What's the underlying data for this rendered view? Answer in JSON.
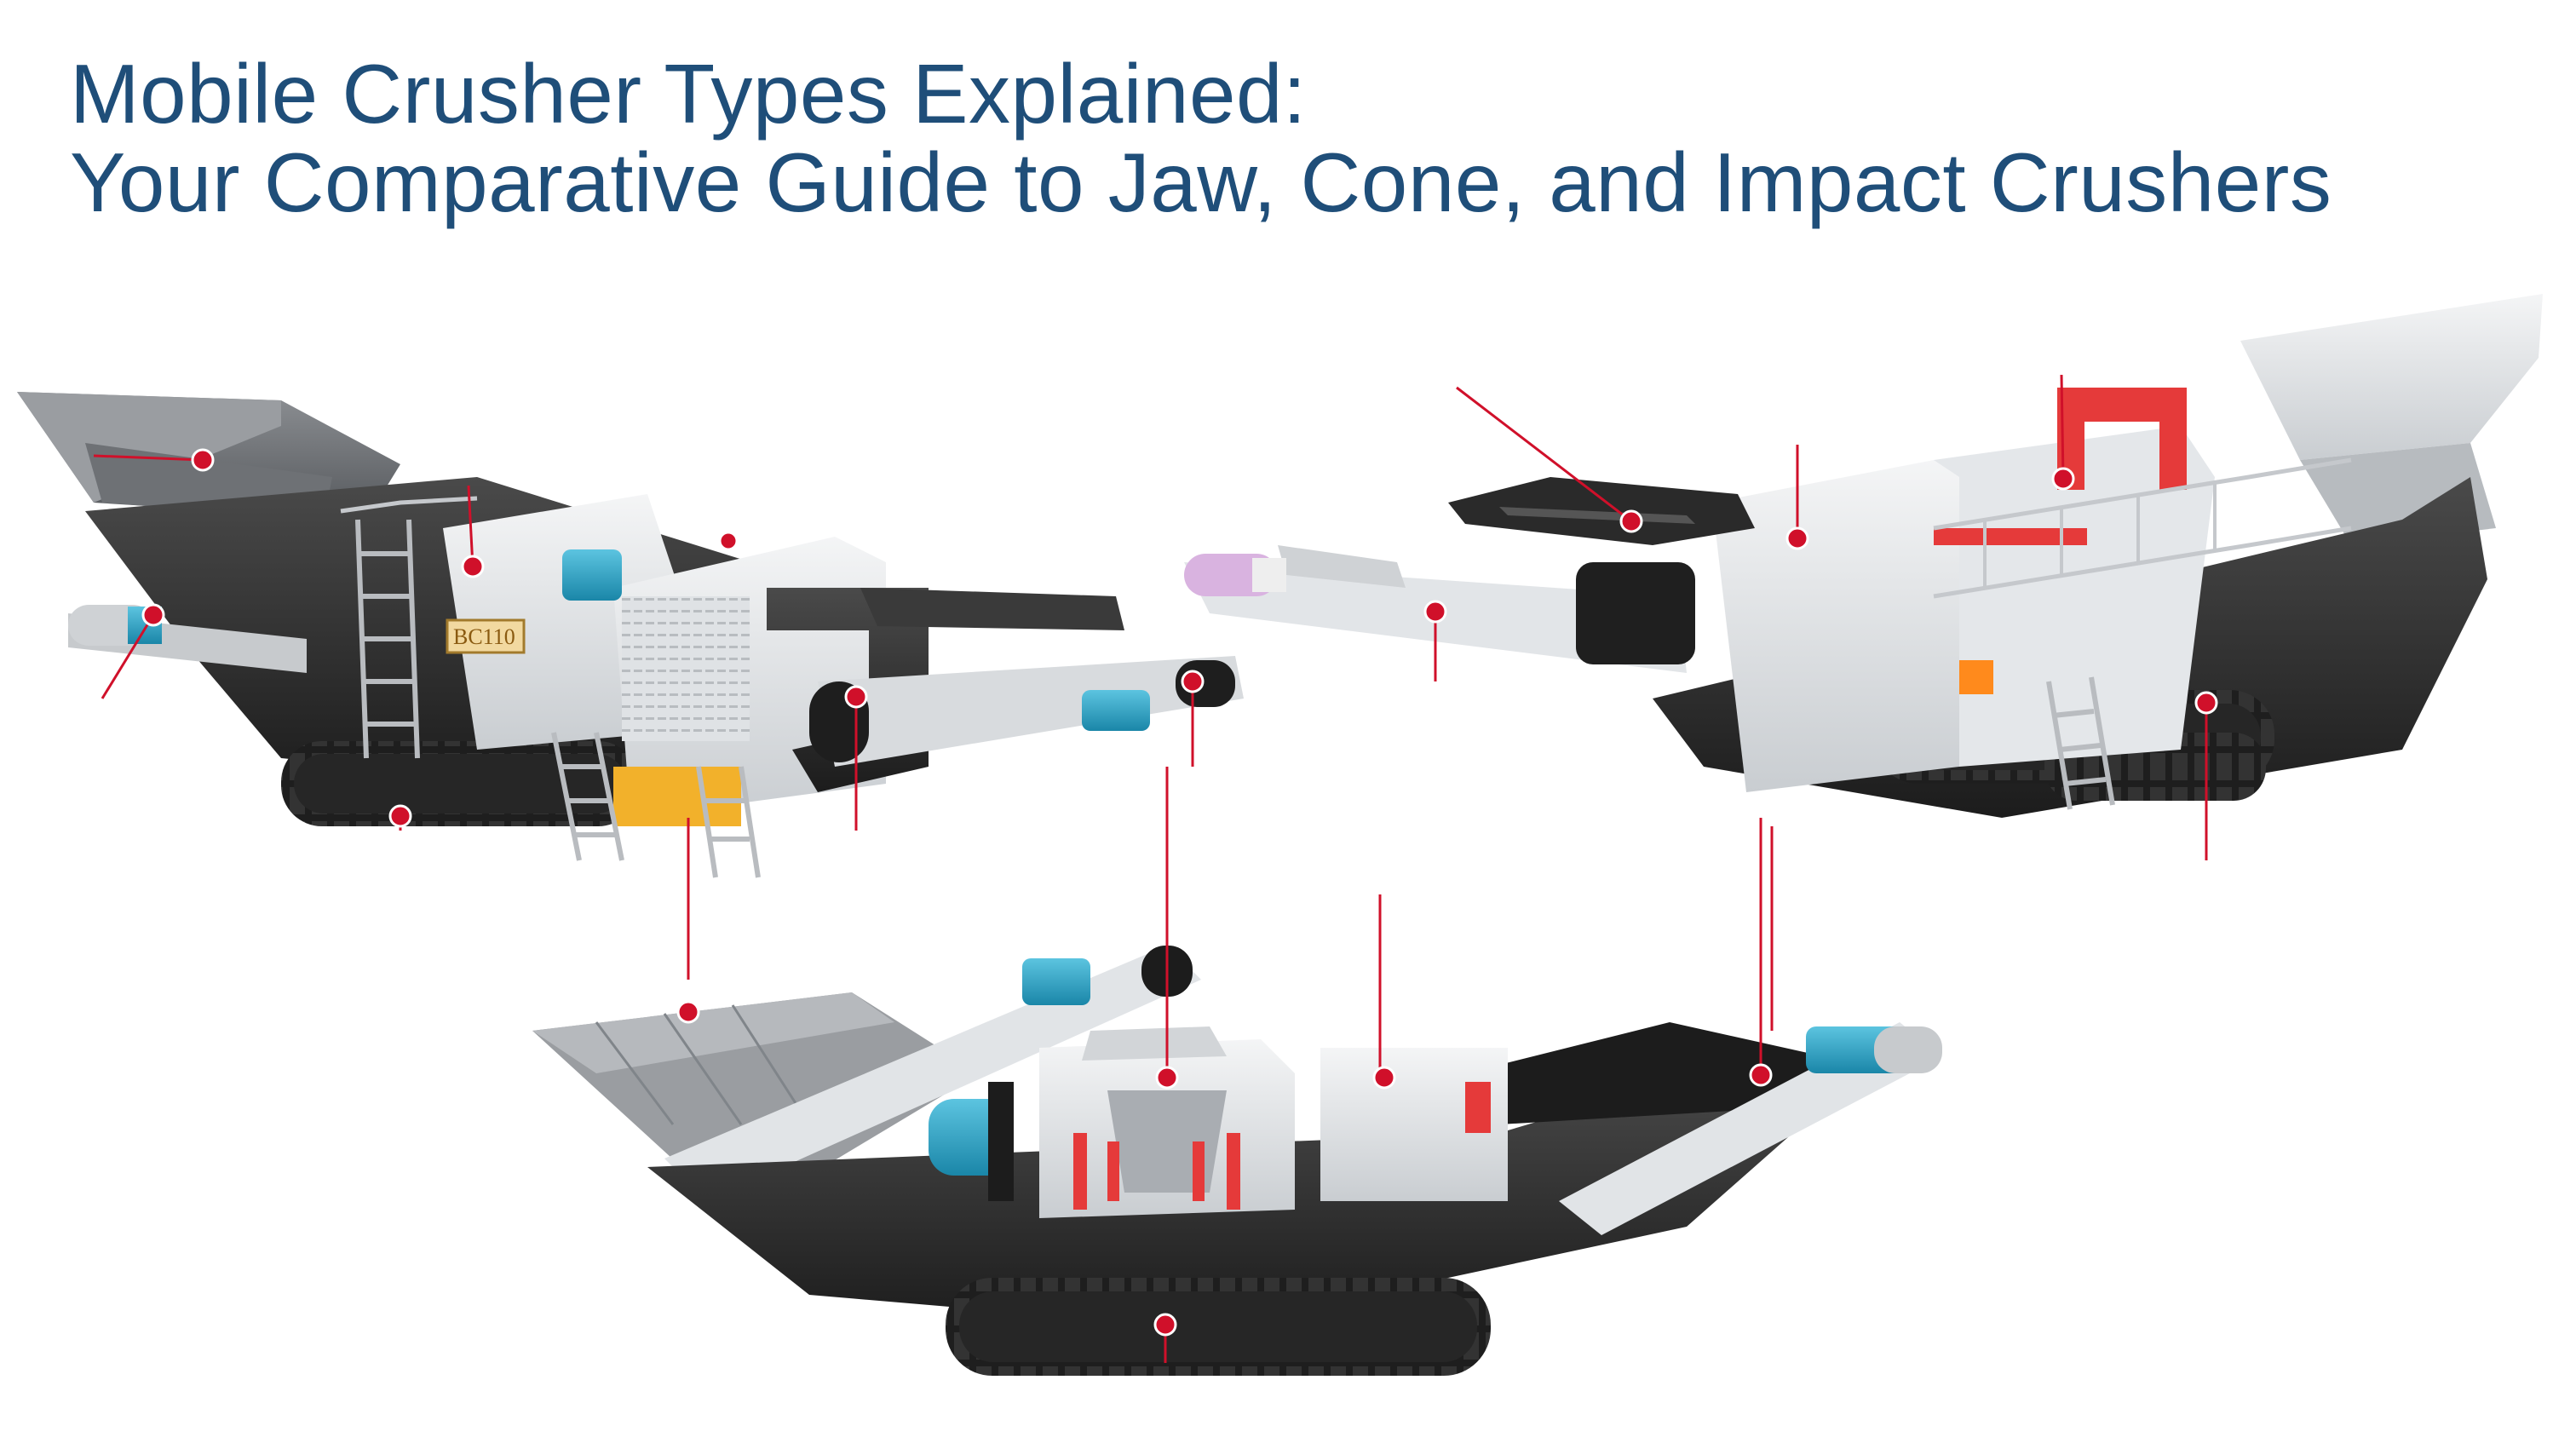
{
  "title": {
    "line1": "Mobile Crusher Types Explained:",
    "line2": "Your Comparative Guide to Jaw, Cone, and Impact Crushers"
  },
  "machines": [
    {
      "icon": "jaw-crusher-machine-icon",
      "plate_text": "BC110"
    },
    {
      "icon": "impact-crusher-machine-icon"
    },
    {
      "icon": "cone-crusher-machine-icon"
    }
  ],
  "colors": {
    "title": "#1f4e79",
    "accent_blue": "#2aa3c7",
    "callout_red": "#d0102a",
    "frame_dark": "#2b2b2b",
    "body_light": "#e9ebed",
    "warning_yellow": "#f2b12b",
    "guard_red": "#e53a3a"
  }
}
